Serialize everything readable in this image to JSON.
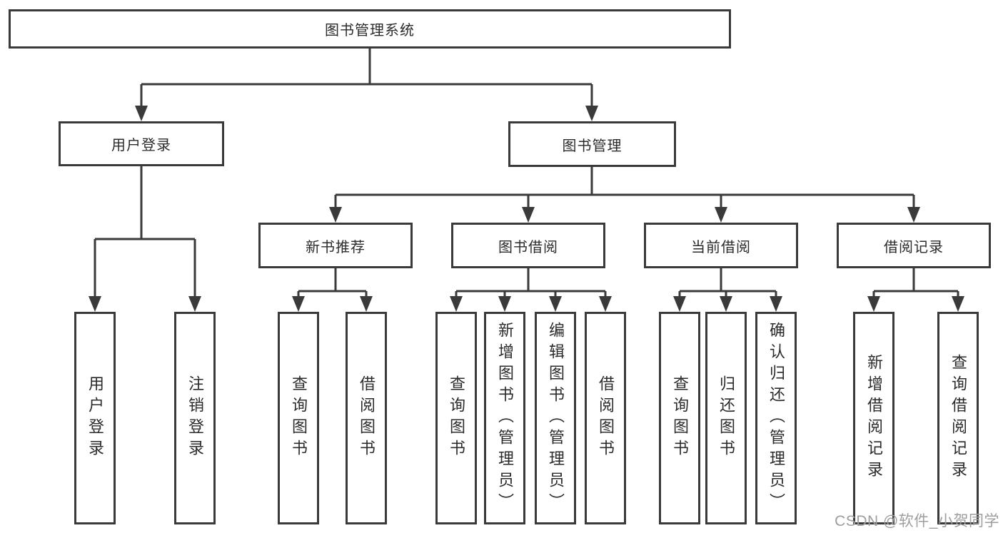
{
  "diagram": {
    "type": "hierarchy-tree",
    "watermark": "CSDN @软件_小贺同学",
    "colors": {
      "line": "#3a3a3a",
      "node-border": "#3a3a3a",
      "node-text": "#2b2b2b",
      "watermark-color": "#9e9e9e",
      "background": "#ffffff"
    },
    "tree": {
      "root": "图书管理系统",
      "level2": [
        "用户登录",
        "图书管理"
      ],
      "level3": [
        "新书推荐",
        "图书借阅",
        "当前借阅",
        "借阅记录"
      ],
      "leaves": {
        "user_login": [
          "用户登录",
          "注销登录"
        ],
        "new_book_recommend": [
          "查询图书",
          "借阅图书"
        ],
        "book_borrow": [
          "查询图书",
          "新增图书（管理员）",
          "编辑图书（管理员）",
          "借阅图书"
        ],
        "current_borrow": [
          "查询图书",
          "归还图书",
          "确认归还（管理员）"
        ],
        "borrow_records": [
          "新增借阅记录",
          "查询借阅记录"
        ]
      }
    }
  }
}
